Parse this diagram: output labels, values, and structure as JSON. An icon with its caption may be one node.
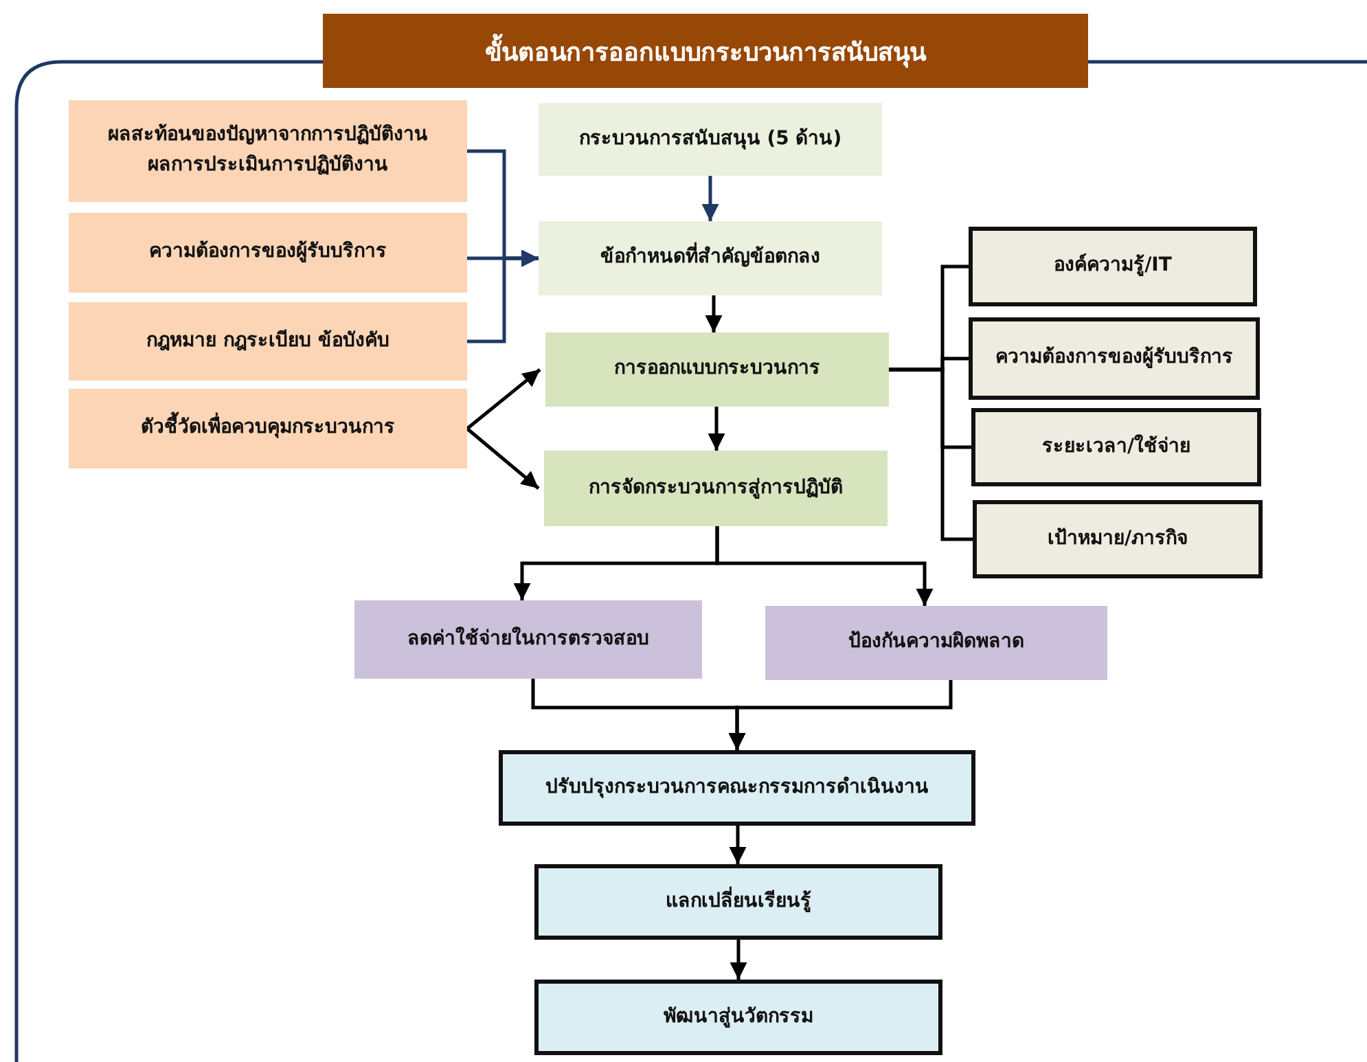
{
  "diagram": {
    "title": "ขั้นตอนการออกแบบกระบวนการสนับสนุน",
    "nodes": [
      {
        "text": [
          "ผลสะท้อนของปัญหาจากการปฏิบัติงาน",
          "ผลการประเมินการปฏิบัติงาน"
        ]
      },
      {
        "text": [
          "ความต้องการของผู้รับบริการ"
        ]
      },
      {
        "text": [
          "กฎหมาย กฎระเบียบ ข้อบังคับ"
        ]
      },
      {
        "text": [
          "ตัวชี้วัดเพื่อควบคุมกระบวนการ"
        ]
      },
      {
        "text": [
          "กระบวนการสนับสนุน (5 ด้าน)"
        ]
      },
      {
        "text": [
          "ข้อกำหนดที่สำคัญข้อตกลง"
        ]
      },
      {
        "text": [
          "การออกแบบกระบวนการ"
        ]
      },
      {
        "text": [
          "การจัดกระบวนการสู่การปฏิบัติ"
        ]
      },
      {
        "text": [
          "องค์ความรู้/IT"
        ]
      },
      {
        "text": [
          "ความต้องการของผู้รับบริการ"
        ]
      },
      {
        "text": [
          "ระยะเวลา/ใช้จ่าย"
        ]
      },
      {
        "text": [
          "เป้าหมาย/ภารกิจ"
        ]
      },
      {
        "text": [
          "ลดค่าใช้จ่ายในการตรวจสอบ"
        ]
      },
      {
        "text": [
          "ป้องกันความผิดพลาด"
        ]
      },
      {
        "text": [
          "ปรับปรุงกระบวนการคณะกรรมการดำเนินงาน"
        ]
      },
      {
        "text": [
          "แลกเปลี่ยนเรียนรู้"
        ]
      },
      {
        "text": [
          "พัฒนาสู่นวัตกรรม"
        ]
      }
    ],
    "edges": [
      {
        "from": 0,
        "to": 5,
        "arrow": "to",
        "color": "#1f3864"
      },
      {
        "from": 1,
        "to": 5,
        "arrow": "to",
        "color": "#1f3864"
      },
      {
        "from": 2,
        "to": 5,
        "arrow": "to",
        "color": "#1f3864"
      },
      {
        "from": 4,
        "to": 5,
        "arrow": "to",
        "color": "#1f3864"
      },
      {
        "from": 5,
        "to": 6,
        "arrow": "to"
      },
      {
        "from": 3,
        "to": 6,
        "arrow": "to"
      },
      {
        "from": 3,
        "to": 7,
        "arrow": "to"
      },
      {
        "from": 6,
        "to": 7,
        "arrow": "to"
      },
      {
        "from": 6,
        "to": 8,
        "arrow": "none"
      },
      {
        "from": 6,
        "to": 9,
        "arrow": "none"
      },
      {
        "from": 6,
        "to": 10,
        "arrow": "none"
      },
      {
        "from": 6,
        "to": 11,
        "arrow": "none"
      },
      {
        "from": 7,
        "to": 12,
        "arrow": "to"
      },
      {
        "from": 7,
        "to": 13,
        "arrow": "to"
      },
      {
        "from": 12,
        "to": 14,
        "arrow": "to"
      },
      {
        "from": 13,
        "to": 14,
        "arrow": "to"
      },
      {
        "from": 14,
        "to": 15,
        "arrow": "to"
      },
      {
        "from": 15,
        "to": 16,
        "arrow": "to"
      }
    ]
  }
}
